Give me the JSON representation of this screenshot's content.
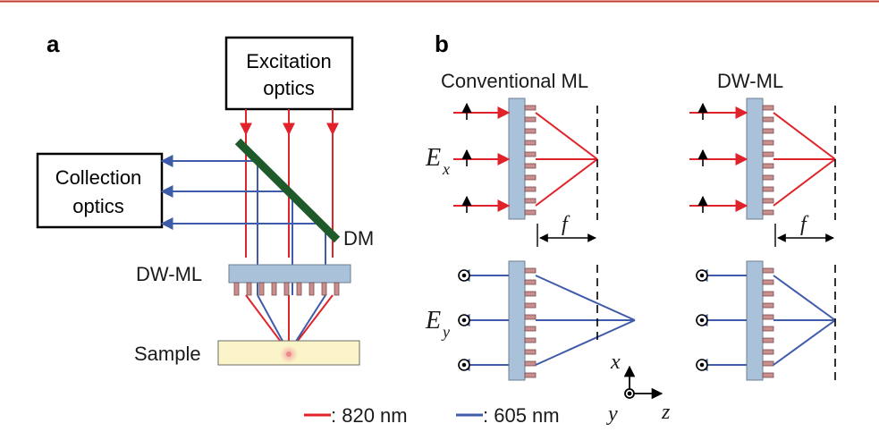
{
  "panel_a": {
    "label": "a",
    "excitation_box": {
      "line1": "Excitation",
      "line2": "optics"
    },
    "collection_box": {
      "line1": "Collection",
      "line2": "optics"
    },
    "dm_label": "DM",
    "dwml_label": "DW-ML",
    "sample_label": "Sample"
  },
  "panel_b": {
    "label": "b",
    "left_title": "Conventional ML",
    "right_title": "DW-ML",
    "ex_symbol": "E",
    "ex_sub": "x",
    "ey_symbol": "E",
    "ey_sub": "y",
    "focal_left": "f",
    "focal_right": "f"
  },
  "axes": {
    "x": "x",
    "y": "y",
    "z": "z"
  },
  "legend": [
    {
      "label": ": 820 nm",
      "color": "#e0232b"
    },
    {
      "label": ": 605 nm",
      "color": "#3f5ba9"
    }
  ],
  "colors": {
    "red": "#e0232b",
    "blue": "#3f5ba9",
    "top_rule": "#c0392b",
    "lens": "#a9c1d9",
    "pillar": "#c98e8e",
    "mirror": "#1f5a2a",
    "sample": "#fbf4c8"
  }
}
